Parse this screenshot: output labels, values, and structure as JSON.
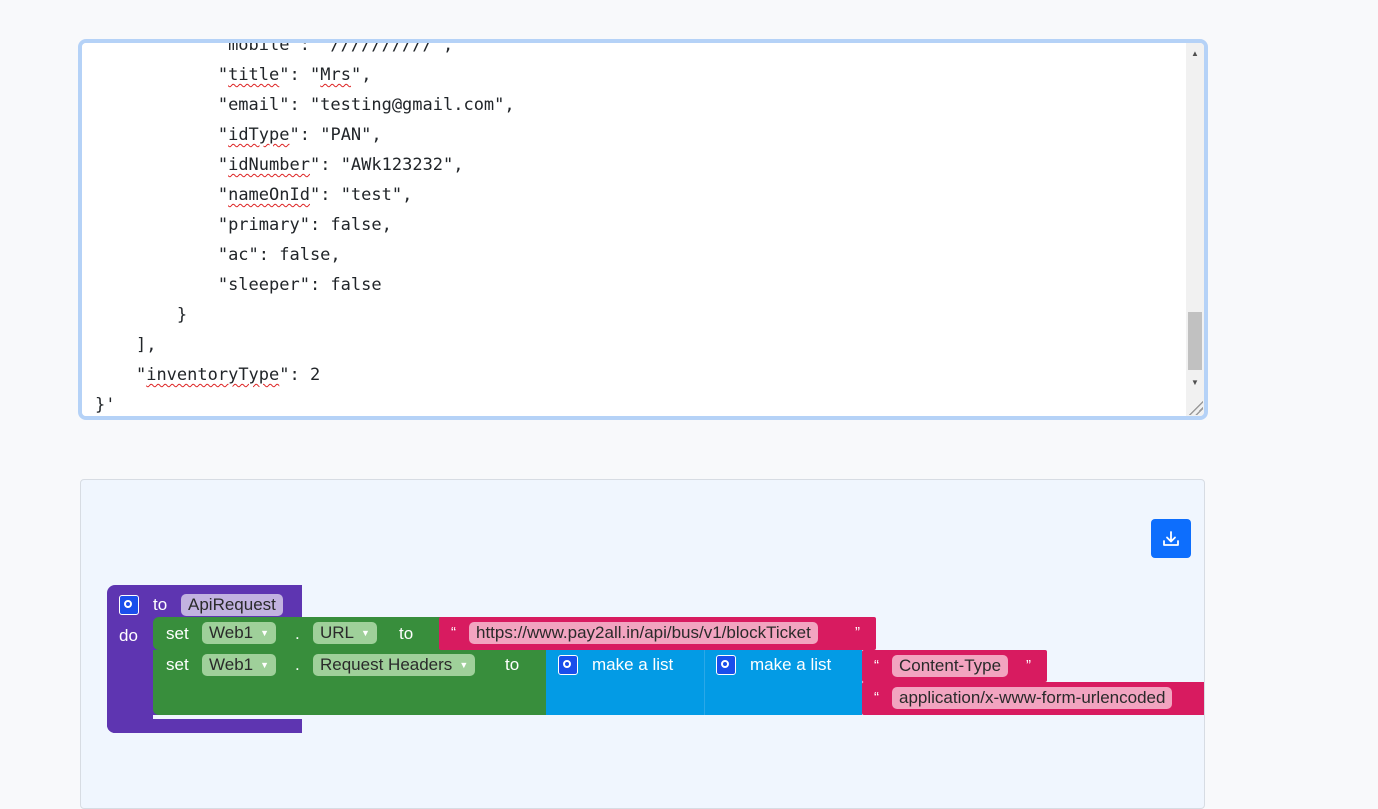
{
  "code_editor": {
    "lines": [
      {
        "indent": "            ",
        "text": "\"mobile\": \"//////////\","
      },
      {
        "indent": "            ",
        "key": "title",
        "value": "\"Mrs\",",
        "squig_value": "Mrs"
      },
      {
        "indent": "            ",
        "text": "\"email\": \"testing@gmail.com\","
      },
      {
        "indent": "            ",
        "key": "idType",
        "value": "\"PAN\","
      },
      {
        "indent": "            ",
        "key": "idNumber",
        "value": "\"AWk123232\","
      },
      {
        "indent": "            ",
        "key": "nameOnId",
        "value": "\"test\","
      },
      {
        "indent": "            ",
        "text": "\"primary\": false,"
      },
      {
        "indent": "            ",
        "text": "\"ac\": false,"
      },
      {
        "indent": "            ",
        "text": "\"sleeper\": false"
      },
      {
        "indent": "        ",
        "text": "}"
      },
      {
        "indent": "    ",
        "text": "],"
      },
      {
        "indent": "    ",
        "key": "inventoryType",
        "value": "2"
      },
      {
        "indent": "",
        "text": "}'"
      }
    ]
  },
  "workspace": {
    "download_icon": "download-icon",
    "procedure": {
      "to_label": "to",
      "name": "ApiRequest",
      "do_label": "do"
    },
    "row1": {
      "set_label": "set",
      "component": "Web1",
      "dot": ".",
      "property": "URL",
      "to_label": "to",
      "url": "https://www.pay2all.in/api/bus/v1/blockTicket"
    },
    "row2": {
      "set_label": "set",
      "component": "Web1",
      "dot": ".",
      "property": "Request Headers",
      "to_label": "to",
      "make_list_1": "make a list",
      "make_list_2": "make a list",
      "header_key": "Content-Type",
      "header_value": "application/x-www-form-urlencoded"
    },
    "quote_open": "“",
    "quote_close": "”",
    "colors": {
      "procedure": "#5e35b1",
      "setter": "#388e3c",
      "text": "#d81b60",
      "list": "#039be5",
      "button": "#0d6efd"
    }
  }
}
